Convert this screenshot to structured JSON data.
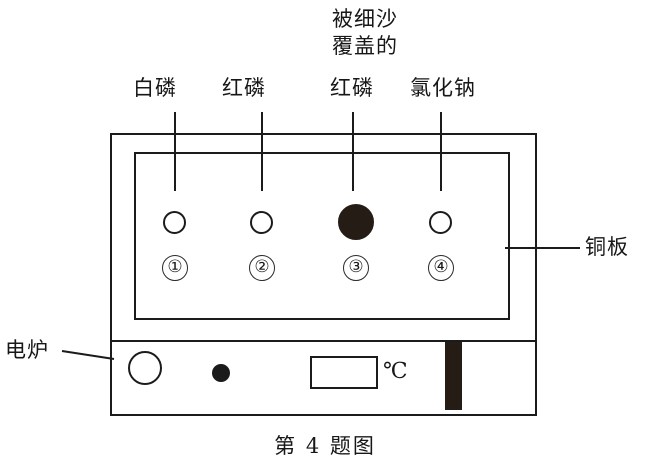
{
  "figure": {
    "caption": "第 4 题图",
    "top_labels": [
      {
        "id": "white-phosphorus",
        "text": "白磷"
      },
      {
        "id": "red-phosphorus",
        "text": "红磷"
      },
      {
        "id": "sand-covered-red-phosphorus",
        "text": "红磷"
      },
      {
        "id": "sodium-chloride",
        "text": "氯化钠"
      }
    ],
    "stacked_label": {
      "id": "covered-by-fine-sand",
      "line1": "被细沙",
      "line2": "覆盖的"
    },
    "side_labels": {
      "copper_plate": "铜板",
      "electric_furnace": "电炉"
    },
    "samples": [
      {
        "number": "①",
        "filled": false,
        "substance": "白磷"
      },
      {
        "number": "②",
        "filled": false,
        "substance": "红磷"
      },
      {
        "number": "③",
        "filled": true,
        "substance": "红磷"
      },
      {
        "number": "④",
        "filled": false,
        "substance": "氯化钠"
      }
    ],
    "furnace_panel": {
      "display_value": "",
      "unit": "℃",
      "knob_name": "control-knob",
      "indicator_name": "power-indicator",
      "slider_name": "slider-switch"
    },
    "colors": {
      "ink": "#1b1b1b",
      "fill_black": "#241c15",
      "paper": "#ffffff"
    }
  }
}
